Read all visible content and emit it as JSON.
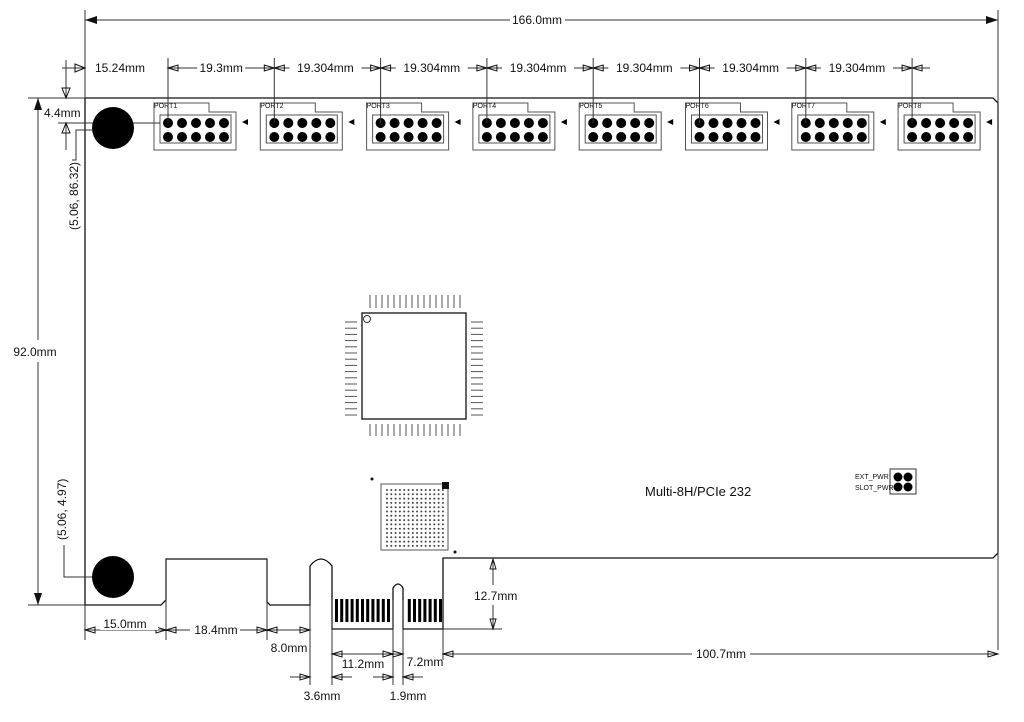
{
  "title": "Multi-8H/PCIe 232",
  "dimensions": {
    "overall_width": "166.0mm",
    "overall_height": "92.0mm",
    "first_port_offset": "15.24mm",
    "port_pitch_first": "19.3mm",
    "port_pitch": [
      "19.304mm",
      "19.304mm",
      "19.304mm",
      "19.304mm",
      "19.304mm",
      "19.304mm"
    ],
    "hole_offset_top": "4.4mm",
    "hole_top_coord": "(5.06, 86.32)",
    "hole_bottom_coord": "(5.06, 4.97)",
    "bottom_left": "15.0mm",
    "bottom_cutout": "18.4mm",
    "to_key": "8.0mm",
    "key_width": "3.6mm",
    "finger_section_1": "11.2mm",
    "key2_width": "1.9mm",
    "finger_section_2": "7.2mm",
    "right_section": "100.7mm",
    "finger_height": "12.7mm"
  },
  "ports": [
    "PORT1",
    "PORT2",
    "PORT3",
    "PORT4",
    "PORT5",
    "PORT6",
    "PORT7",
    "PORT8"
  ],
  "power_header": {
    "ext": "EXT_PWR",
    "slot": "SLOT_PWR"
  }
}
